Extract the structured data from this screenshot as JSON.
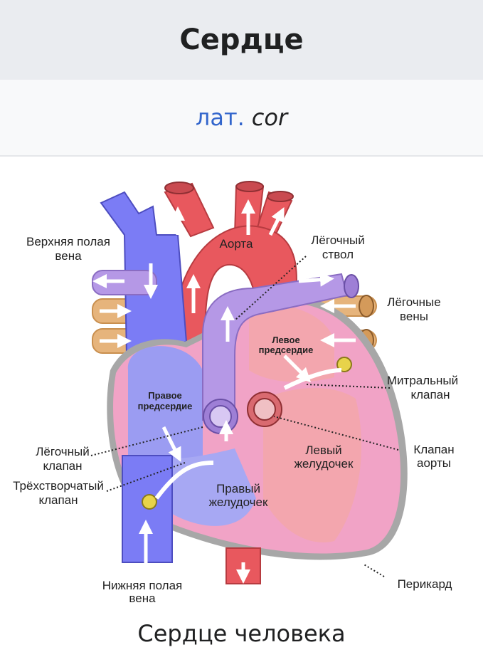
{
  "header": {
    "title": "Сердце"
  },
  "latin": {
    "abbr": "лат.",
    "word": "cor"
  },
  "diagram": {
    "labels": {
      "svc1": "Верхняя полая",
      "svc2": "вена",
      "aorta": "Аорта",
      "pt1": "Лёгочный",
      "pt2": "ствол",
      "pv1": "Лёгочные",
      "pv2": "вены",
      "la1": "Левое",
      "la2": "предсердие",
      "mv1": "Митральный",
      "mv2": "клапан",
      "ra1": "Правое",
      "ra2": "предсердие",
      "pvalve1": "Лёгочный",
      "pvalve2": "клапан",
      "av1": "Клапан",
      "av2": "аорты",
      "lv1": "Левый",
      "lv2": "желудочек",
      "tv1": "Трёхстворчатый",
      "tv2": "клапан",
      "rv1": "Правый",
      "rv2": "желудочек",
      "ivc1": "Нижняя полая",
      "ivc2": "вена",
      "peri": "Перикард"
    },
    "colors": {
      "vein": "#7b7cf5",
      "artery": "#e8585e",
      "pulmonary_artery": "#b598e6",
      "pulmonary_vein": "#e6b47c",
      "myocardium": "#f1a3c6",
      "pericardium": "#a7a7a7",
      "left_chambers": "#f3a6ae"
    }
  },
  "caption": "Сердце человека"
}
